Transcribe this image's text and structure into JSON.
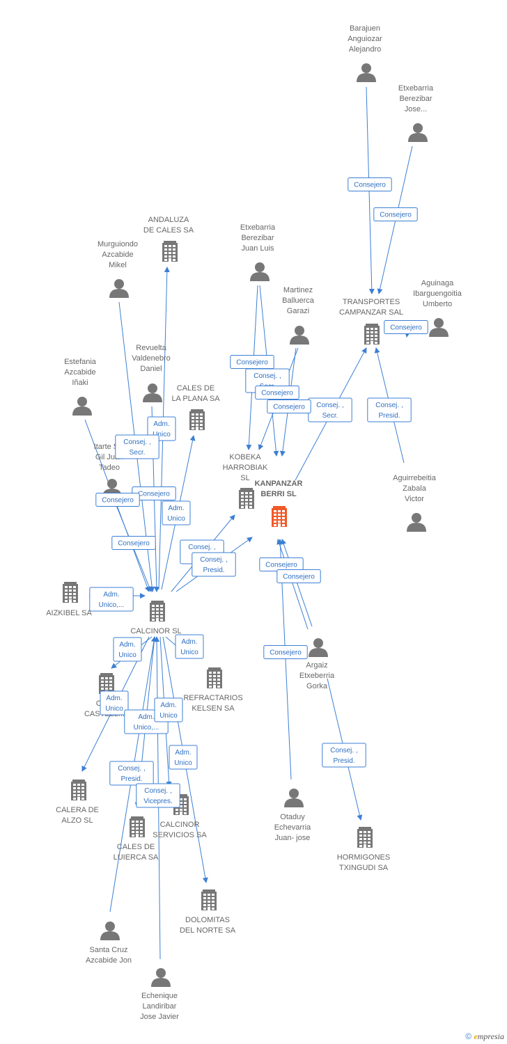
{
  "nodes": [
    {
      "id": "kanpanzar",
      "type": "company",
      "main": true,
      "label": [
        "KANPANZAR",
        "BERRI SL"
      ]
    },
    {
      "id": "calcinor",
      "type": "company",
      "label": [
        "CALCINOR SL"
      ]
    },
    {
      "id": "kobeka",
      "type": "company",
      "label": [
        "KOBEKA",
        "HARROBIAK",
        "SL"
      ]
    },
    {
      "id": "transportes",
      "type": "company",
      "label": [
        "TRANSPORTES",
        "CAMPANZAR SAL"
      ]
    },
    {
      "id": "andaluza",
      "type": "company",
      "label": [
        "ANDALUZA",
        "DE CALES SA"
      ]
    },
    {
      "id": "calesplana",
      "type": "company",
      "label": [
        "CALES DE",
        "LA PLANA SA"
      ]
    },
    {
      "id": "aizkibel",
      "type": "company",
      "label": [
        "AIZKIBEL SA"
      ]
    },
    {
      "id": "calescastell",
      "type": "company",
      "label": [
        "CA...",
        "CASTELL..."
      ]
    },
    {
      "id": "refractarios",
      "type": "company",
      "label": [
        "REFRACTARIOS",
        "KELSEN SA"
      ]
    },
    {
      "id": "caleraalzo",
      "type": "company",
      "label": [
        "CALERA DE",
        "ALZO SL"
      ]
    },
    {
      "id": "calcinorserv",
      "type": "company",
      "label": [
        "CALCINOR",
        "SERVICIOS SA"
      ]
    },
    {
      "id": "caleslu",
      "type": "company",
      "label": [
        "CALES DE",
        "LUIERCA SA"
      ]
    },
    {
      "id": "dolomitas",
      "type": "company",
      "label": [
        "DOLOMITAS",
        "DEL NORTE SA"
      ]
    },
    {
      "id": "hormigones",
      "type": "company",
      "label": [
        "HORMIGONES",
        "TXINGUDI SA"
      ]
    },
    {
      "id": "barajuen",
      "type": "person",
      "label": [
        "Barajuen",
        "Anguiozar",
        "Alejandro"
      ]
    },
    {
      "id": "etxjose",
      "type": "person",
      "label": [
        "Etxebarria",
        "Berezibar",
        "Jose..."
      ]
    },
    {
      "id": "etxjuan",
      "type": "person",
      "label": [
        "Etxebarria",
        "Berezibar",
        "Juan Luis"
      ]
    },
    {
      "id": "martinez",
      "type": "person",
      "label": [
        "Martinez",
        "Balluerca",
        "Garazi"
      ]
    },
    {
      "id": "aguinaga",
      "type": "person",
      "label": [
        "Aguinaga",
        "Ibarguengoitia",
        "Umberto"
      ]
    },
    {
      "id": "murguiondo",
      "type": "person",
      "label": [
        "Murguiondo",
        "Azcabide",
        "Mikel"
      ]
    },
    {
      "id": "revuelta",
      "type": "person",
      "label": [
        "Revuelta",
        "Valdenebro",
        "Daniel"
      ]
    },
    {
      "id": "estefania",
      "type": "person",
      "label": [
        "Estefania",
        "Azcabide",
        "Iñaki"
      ]
    },
    {
      "id": "itarte",
      "type": "person",
      "label": [
        "Itarte S...",
        "Gil Juan",
        "Tadeo"
      ]
    },
    {
      "id": "aguirre",
      "type": "person",
      "label": [
        "Aguirrebeitia",
        "Zabala",
        "Victor"
      ]
    },
    {
      "id": "argaiz",
      "type": "person",
      "label": [
        "Argaiz",
        "Etxeberria",
        "Gorka"
      ]
    },
    {
      "id": "otaduy",
      "type": "person",
      "label": [
        "Otaduy",
        "Echevarria",
        "Juan- jose"
      ]
    },
    {
      "id": "santacruz",
      "type": "person",
      "label": [
        "Santa Cruz",
        "Azcabide Jon"
      ]
    },
    {
      "id": "echenique",
      "type": "person",
      "label": [
        "Echenique",
        "Landiribar",
        "Jose Javier"
      ]
    }
  ],
  "edges": [
    {
      "from": "barajuen",
      "to": "transportes",
      "label": [
        "Consejero"
      ]
    },
    {
      "from": "etxjose",
      "to": "transportes",
      "label": [
        "Consejero"
      ]
    },
    {
      "from": "aguinaga",
      "to": "transportes",
      "label": [
        "Consejero"
      ]
    },
    {
      "from": "aguirre",
      "to": "transportes",
      "label": [
        "Consej. ,",
        "Presid."
      ]
    },
    {
      "from": "kanpanzar",
      "to": "transportes",
      "label": [
        "Consej. ,",
        "Secr."
      ]
    },
    {
      "from": "etxjuan",
      "to": "kobeka",
      "label": [
        "Consejero"
      ]
    },
    {
      "from": "etxjuan",
      "to": "kanpanzar",
      "label": [
        "Consej. ,",
        "Secr."
      ]
    },
    {
      "from": "martinez",
      "to": "kobeka",
      "label": [
        "Consejero"
      ]
    },
    {
      "from": "martinez",
      "to": "kanpanzar",
      "label": [
        "Consejero"
      ]
    },
    {
      "from": "argaiz",
      "to": "kanpanzar",
      "label": [
        "Consejero"
      ]
    },
    {
      "from": "argaiz",
      "to": "kanpanzar",
      "label": [
        "Consejero"
      ]
    },
    {
      "from": "otaduy",
      "to": "kanpanzar",
      "label": [
        "Consejero"
      ]
    },
    {
      "from": "argaiz",
      "to": "hormigones",
      "label": [
        "Consej. ,",
        "Presid."
      ]
    },
    {
      "from": "calcinor",
      "to": "kobeka",
      "label": [
        "Consej. ,",
        "P..."
      ]
    },
    {
      "from": "calcinor",
      "to": "kanpanzar",
      "label": [
        "Consej. ,",
        "Presid."
      ]
    },
    {
      "from": "calcinor",
      "to": "andaluza",
      "label": [
        "Adm.",
        "Unico"
      ]
    },
    {
      "from": "calcinor",
      "to": "calesplana",
      "label": [
        "Adm.",
        "Unico"
      ]
    },
    {
      "from": "murguiondo",
      "to": "calcinor",
      "label": [
        "Consej. ,",
        "Secr."
      ]
    },
    {
      "from": "revuelta",
      "to": "calcinor",
      "label": [
        "Consejero"
      ]
    },
    {
      "from": "estefania",
      "to": "calcinor",
      "label": [
        "Consejero"
      ]
    },
    {
      "from": "itarte",
      "to": "calcinor",
      "label": [
        "Consejero"
      ]
    },
    {
      "from": "aizkibel",
      "to": "calcinor",
      "label": [
        "Adm.",
        "Unico,..."
      ]
    },
    {
      "from": "calcinor",
      "to": "calescastell",
      "label": [
        "Adm.",
        "Unico"
      ]
    },
    {
      "from": "calcinor",
      "to": "caleraalzo",
      "label": [
        "Adm.",
        "Unico"
      ]
    },
    {
      "from": "calcinor",
      "to": "refractarios",
      "label": [
        "Adm.",
        "Unico"
      ]
    },
    {
      "from": "calcinor",
      "to": "caleslu",
      "label": [
        "Adm.",
        "Unico,..."
      ]
    },
    {
      "from": "calcinor",
      "to": "calcinorserv",
      "label": [
        "Adm.",
        "Unico"
      ]
    },
    {
      "from": "calcinor",
      "to": "dolomitas",
      "label": [
        "Adm.",
        "Unico"
      ]
    },
    {
      "from": "santacruz",
      "to": "calcinor",
      "label": [
        "Consej. ,",
        "Presid."
      ]
    },
    {
      "from": "echenique",
      "to": "calcinor",
      "label": [
        "Consej. ,",
        "Vicepres."
      ]
    }
  ],
  "footer": {
    "copyright": "©",
    "brand_initial": "e",
    "brand_rest": "mpresia"
  },
  "colors": {
    "main_company": "#f05a28",
    "company": "#777777",
    "person": "#777777",
    "edge": "#3b7fd4",
    "edge_text": "#2f6fc2"
  }
}
